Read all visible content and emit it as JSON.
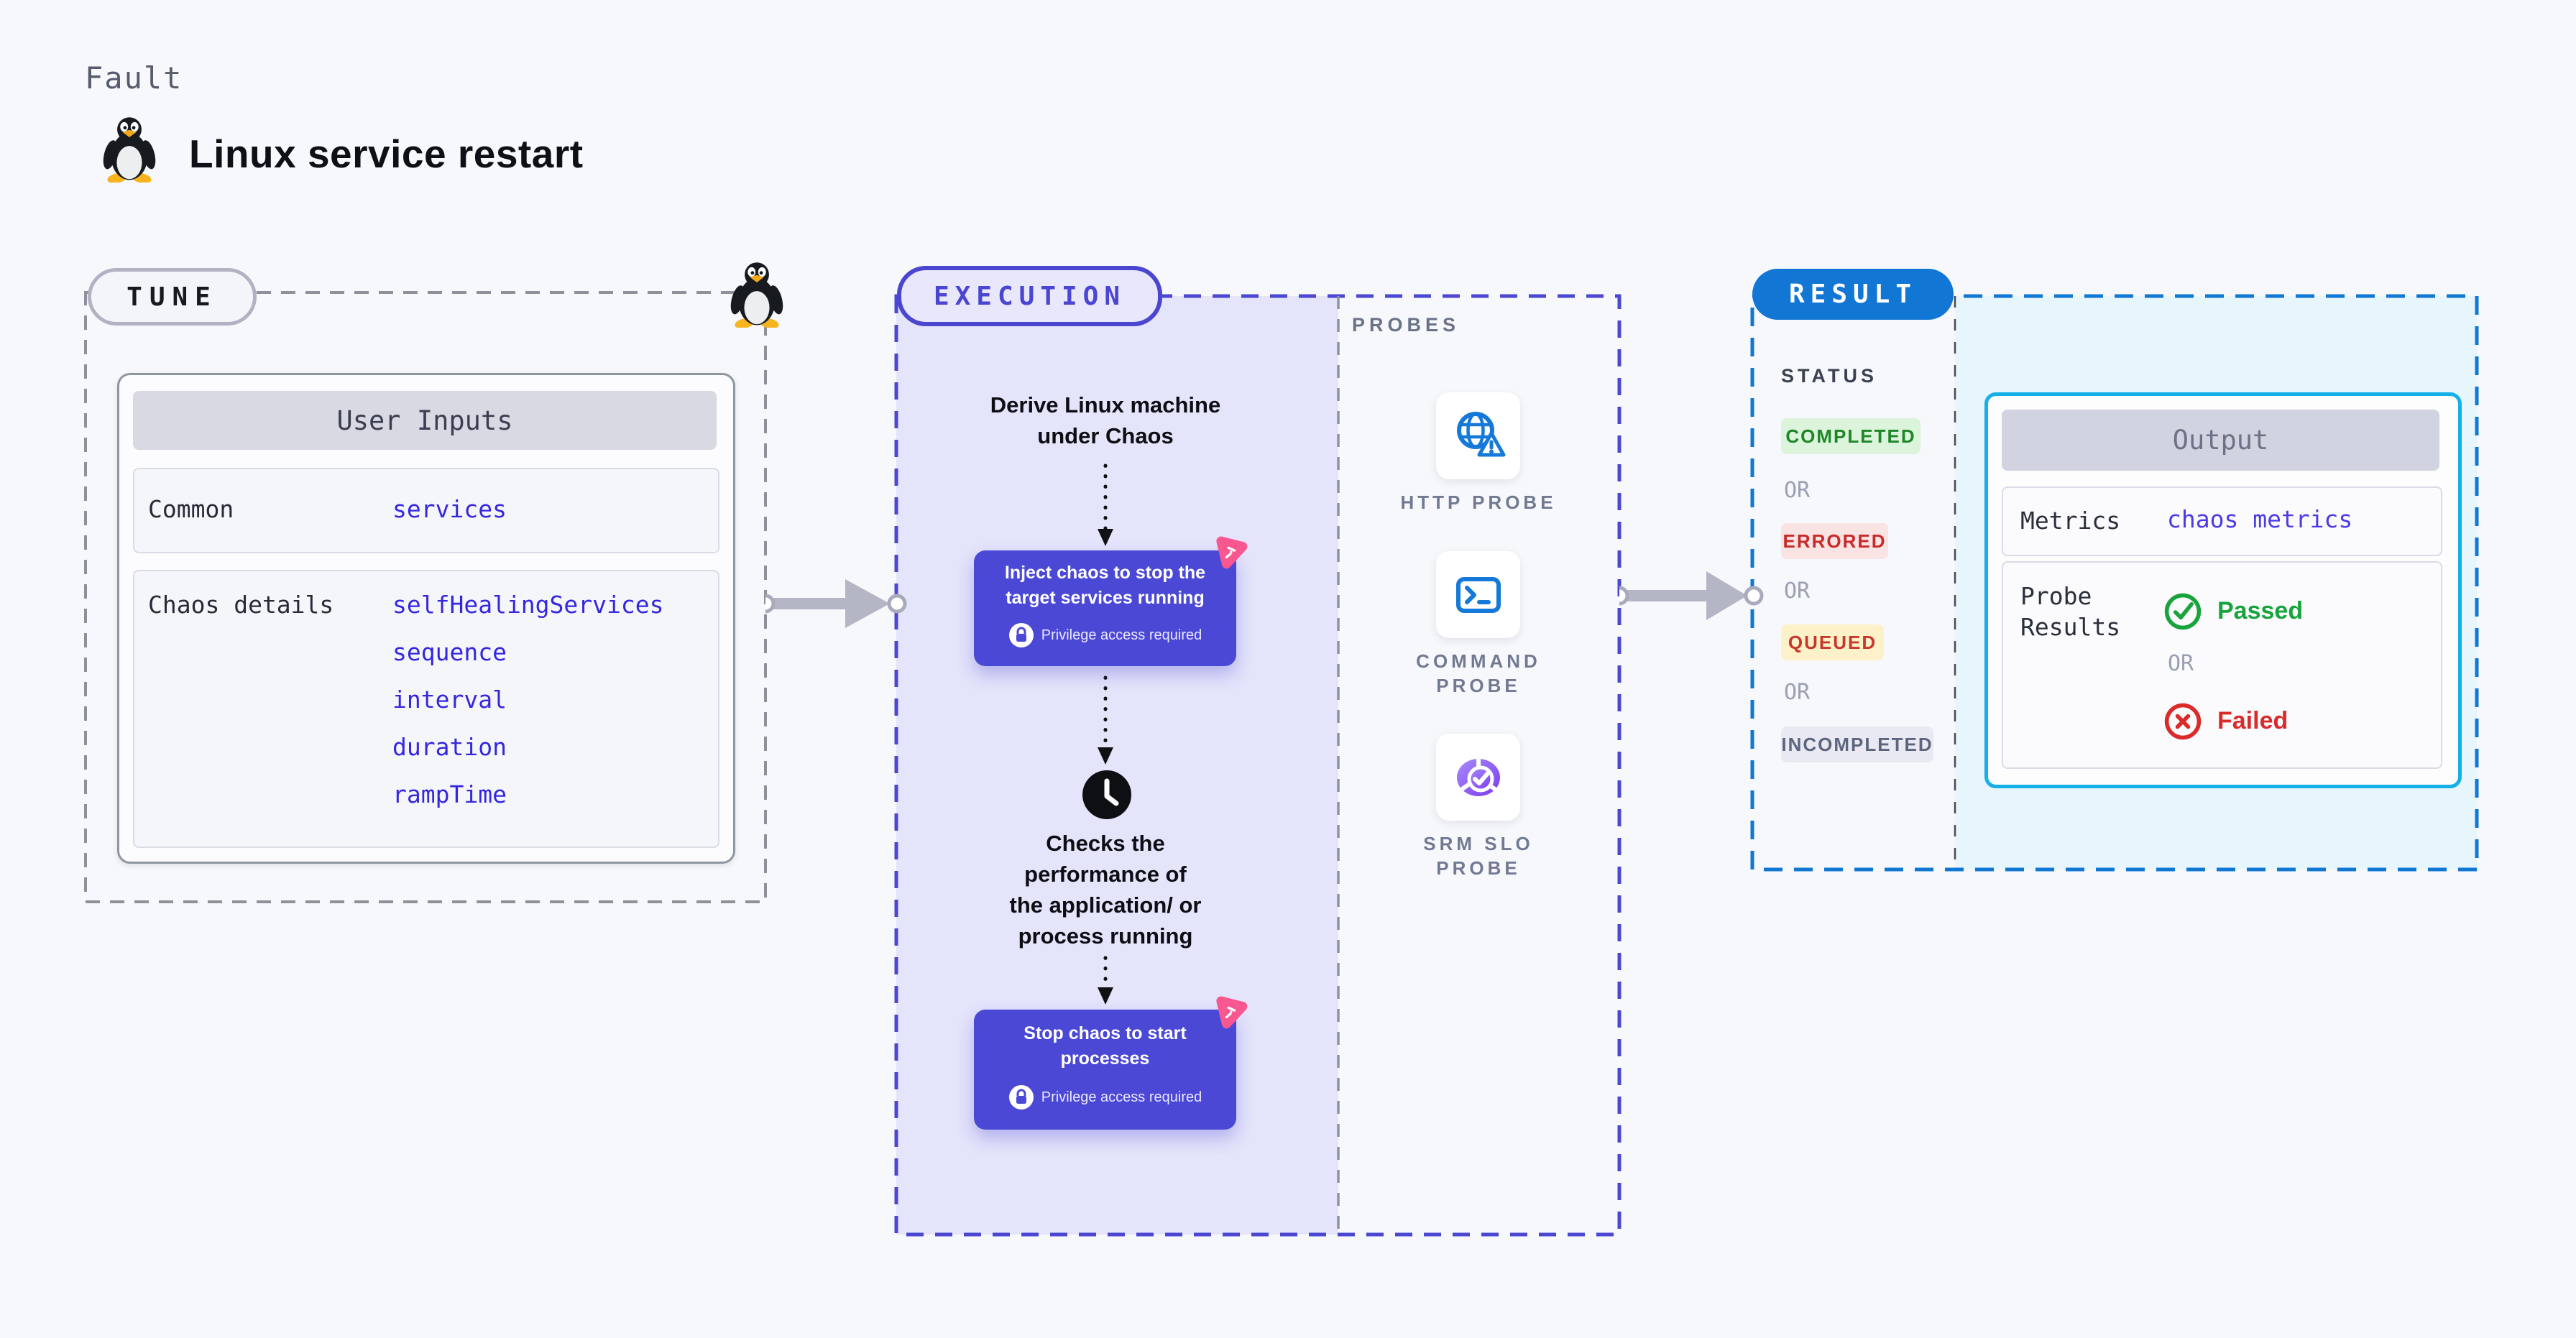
{
  "page": {
    "background": "#f7f8fb"
  },
  "header": {
    "kicker": "Fault",
    "title": "Linux service restart",
    "icon": "tux-penguin-icon"
  },
  "tune": {
    "badge_label": "TUNE",
    "user_inputs": {
      "header": "User Inputs",
      "rows": [
        {
          "label": "Common",
          "values": [
            "services"
          ]
        },
        {
          "label": "Chaos details",
          "values": [
            "selfHealingServices",
            "sequence",
            "interval",
            "duration",
            "rampTime"
          ]
        }
      ]
    }
  },
  "execution": {
    "badge_label": "EXECUTION",
    "derive_lines": [
      "Derive Linux machine",
      "under Chaos"
    ],
    "inject_lines": [
      "Inject chaos to stop the",
      "target services running"
    ],
    "checks_lines": [
      "Checks the",
      "performance of",
      "the application/ or",
      "process running"
    ],
    "stop_lines": [
      "Stop chaos to start",
      "processes"
    ],
    "privilege_note": "Privilege access required"
  },
  "probes": {
    "section_label": "PROBES",
    "items": [
      {
        "name": "http-probe",
        "icon": "globe-alert-icon",
        "label_lines": [
          "HTTP PROBE"
        ]
      },
      {
        "name": "command-probe",
        "icon": "terminal-icon",
        "label_lines": [
          "COMMAND",
          "PROBE"
        ]
      },
      {
        "name": "srm-slo-probe",
        "icon": "slo-pie-icon",
        "label_lines": [
          "SRM SLO",
          "PROBE"
        ]
      }
    ]
  },
  "result": {
    "badge_label": "RESULT",
    "status": {
      "heading": "STATUS",
      "or_label": "OR",
      "badges": [
        {
          "label": "COMPLETED",
          "bg": "#dcf3dc",
          "color": "#1d8727"
        },
        {
          "label": "ERRORED",
          "bg": "#fae3e3",
          "color": "#c82b2b"
        },
        {
          "label": "QUEUED",
          "bg": "#fcf1c9",
          "color": "#c8372b"
        },
        {
          "label": "INCOMPLETED",
          "bg": "#e8e9f2",
          "color": "#5c657e"
        }
      ]
    },
    "output": {
      "header": "Output",
      "metrics_label": "Metrics",
      "metrics_value": "chaos metrics",
      "probe_results_lines": [
        "Probe",
        "Results"
      ],
      "passed_label": "Passed",
      "or_label": "OR",
      "failed_label": "Failed"
    }
  },
  "colors": {
    "indigo_accent": "#4b48d6",
    "execution_fill": "#e4e4fb",
    "tune_dash": "#8f9099",
    "result_blue": "#1176d4",
    "result_fill": "#e7f5fc",
    "output_border": "#14b0e7",
    "param_blue": "#3526df",
    "metrics_value_blue": "#4b3be6",
    "passed_green": "#18a33c",
    "failed_red": "#da2a2a",
    "chaos_pink": "#f8578f"
  }
}
